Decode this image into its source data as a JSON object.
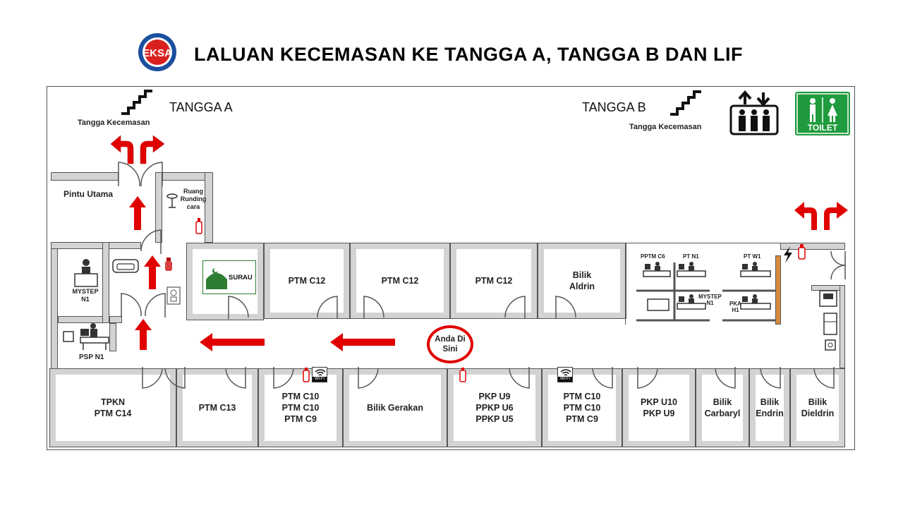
{
  "title": "LALUAN KECEMASAN KE TANGGA A, TANGGA B DAN LIF",
  "logo": {
    "icon": "eksa-logo",
    "text": "EKSA"
  },
  "stairs": {
    "a": {
      "label": "TANGGA A",
      "caption": "Tangga Kecemasan"
    },
    "b": {
      "label": "TANGGA B",
      "caption": "Tangga Kecemasan"
    }
  },
  "toilet_label": "TOILET",
  "labels": {
    "pintu_utama": "Pintu Utama",
    "ruang": "Ruang",
    "runding": "Runding",
    "cara": "cara",
    "surau": "SURAU",
    "mystep_a": "MYSTEP",
    "n1_a": "N1",
    "psp": "PSP N1",
    "pptm": "PPTM C6",
    "ptn1": "PT N1",
    "ptw1": "PT W1",
    "mystep_b": "MYSTEP",
    "n1_b": "N1",
    "pka": "PKA",
    "h1": "H1",
    "wifi1": "Wi-Fi",
    "wifi2": "Wi-Fi"
  },
  "you_are_here": {
    "line1": "Anda Di",
    "line2": "Sini"
  },
  "upper_rooms": [
    {
      "lines": [
        "PTM C12"
      ]
    },
    {
      "lines": [
        "PTM C12"
      ]
    },
    {
      "lines": [
        "PTM C12"
      ]
    },
    {
      "lines": [
        "Bilik",
        "Aldrin"
      ]
    }
  ],
  "lower_rooms": [
    {
      "lines": [
        "TPKN",
        "PTM C14"
      ]
    },
    {
      "lines": [
        "PTM C13"
      ]
    },
    {
      "lines": [
        "PTM C10",
        "PTM C10",
        "PTM C9"
      ]
    },
    {
      "lines": [
        "Bilik Gerakan"
      ]
    },
    {
      "lines": [
        "PKP U9",
        "PPKP U6",
        "PPKP U5"
      ]
    },
    {
      "lines": [
        "PTM C10",
        "PTM C10",
        "PTM C9"
      ]
    },
    {
      "lines": [
        "PKP U10",
        "PKP U9"
      ]
    },
    {
      "lines": [
        "Bilik",
        "Carbaryl"
      ]
    },
    {
      "lines": [
        "Bilik",
        "Endrin"
      ]
    },
    {
      "lines": [
        "Bilik",
        "Dieldrin"
      ]
    }
  ],
  "colors": {
    "arrow": "#e00000",
    "toilet": "#1f9a3c",
    "wall": "#d3d3d3",
    "surau_dome": "#2e7d32"
  }
}
